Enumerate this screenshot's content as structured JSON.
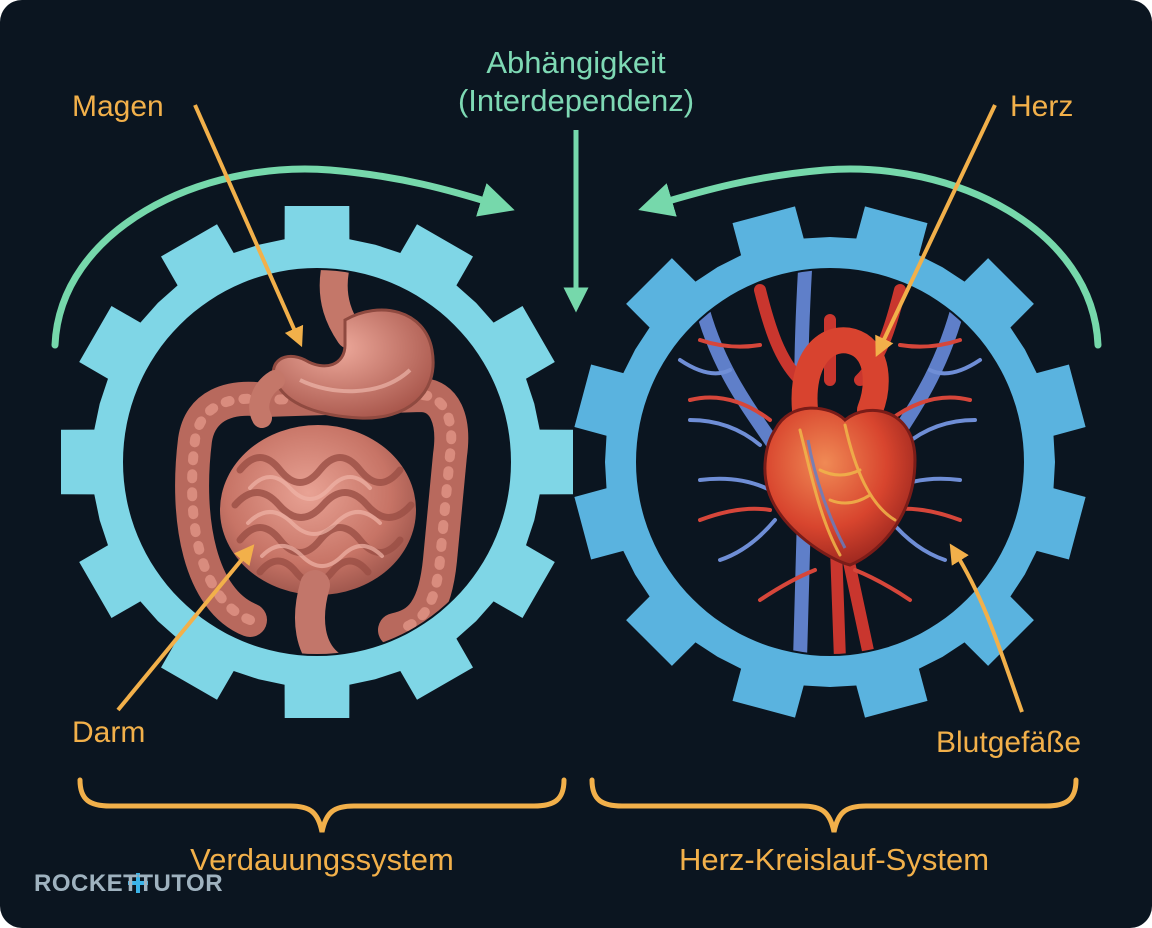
{
  "title": {
    "line1": "Abhängigkeit",
    "line2": "(Interdependenz)"
  },
  "labels": {
    "magen": "Magen",
    "darm": "Darm",
    "herz": "Herz",
    "blutgefaesse": "Blutgefäße"
  },
  "systems": {
    "left": "Verdauungssystem",
    "right": "Herz-Kreislauf-System"
  },
  "brand": "ROCKETTUTOR",
  "colors": {
    "background": "#0b1520",
    "gear_left": "#7fd6e6",
    "gear_right": "#5ab3df",
    "cycle_arrow": "#76d8ab",
    "label_accent": "#f2b04a",
    "title_text": "#7ed9b4"
  }
}
